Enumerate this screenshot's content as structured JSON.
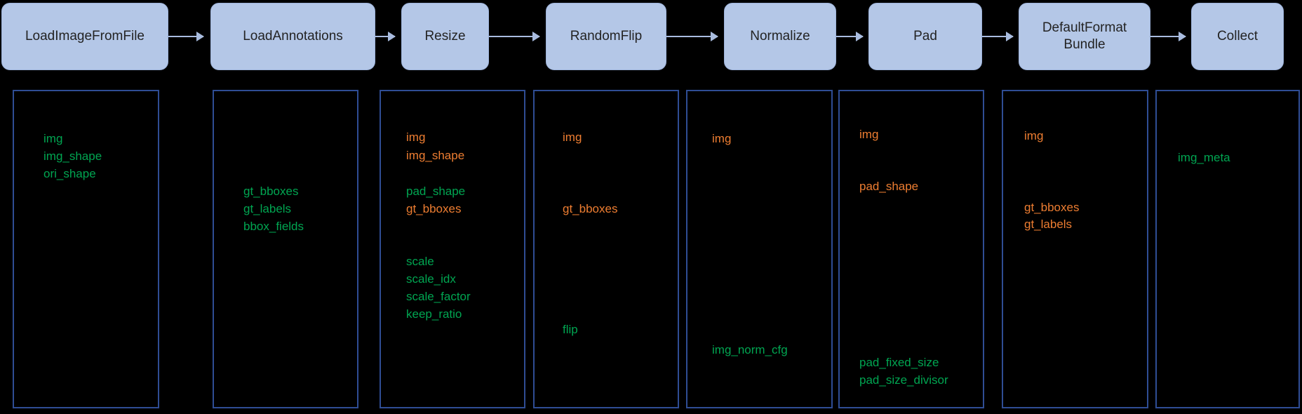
{
  "colors": {
    "background": "#000000",
    "node_fill": "#b4c7e7",
    "node_text": "#232323",
    "arrow": "#a9bcdf",
    "box_border": "#2f4d94",
    "key_added_green": "#00a551",
    "key_modified_orange": "#ed7d31"
  },
  "pipeline": {
    "stages": [
      {
        "label": "LoadImageFromFile",
        "keys": [
          {
            "text": "img",
            "color": "green"
          },
          {
            "text": "img_shape",
            "color": "green"
          },
          {
            "text": "ori_shape",
            "color": "green"
          }
        ]
      },
      {
        "label": "LoadAnnotations",
        "keys": [
          {
            "text": "gt_bboxes",
            "color": "green"
          },
          {
            "text": "gt_labels",
            "color": "green"
          },
          {
            "text": "bbox_fields",
            "color": "green"
          }
        ]
      },
      {
        "label": "Resize",
        "keys": [
          {
            "text": "img",
            "color": "orange"
          },
          {
            "text": "img_shape",
            "color": "orange"
          },
          {
            "text": "pad_shape",
            "color": "green"
          },
          {
            "text": "gt_bboxes",
            "color": "orange"
          },
          {
            "text": "scale",
            "color": "green"
          },
          {
            "text": "scale_idx",
            "color": "green"
          },
          {
            "text": "scale_factor",
            "color": "green"
          },
          {
            "text": "keep_ratio",
            "color": "green"
          }
        ]
      },
      {
        "label": "RandomFlip",
        "keys": [
          {
            "text": "img",
            "color": "orange"
          },
          {
            "text": "gt_bboxes",
            "color": "orange"
          },
          {
            "text": "flip",
            "color": "green"
          }
        ]
      },
      {
        "label": "Normalize",
        "keys": [
          {
            "text": "img",
            "color": "orange"
          },
          {
            "text": "img_norm_cfg",
            "color": "green"
          }
        ]
      },
      {
        "label": "Pad",
        "keys": [
          {
            "text": "img",
            "color": "orange"
          },
          {
            "text": "pad_shape",
            "color": "orange"
          },
          {
            "text": "pad_fixed_size",
            "color": "green"
          },
          {
            "text": "pad_size_divisor",
            "color": "green"
          }
        ]
      },
      {
        "label": "DefaultFormat Bundle",
        "keys": [
          {
            "text": "img",
            "color": "orange"
          },
          {
            "text": "gt_bboxes",
            "color": "orange"
          },
          {
            "text": "gt_labels",
            "color": "orange"
          }
        ]
      },
      {
        "label": "Collect",
        "keys": [
          {
            "text": "img_meta",
            "color": "green"
          }
        ]
      }
    ]
  }
}
